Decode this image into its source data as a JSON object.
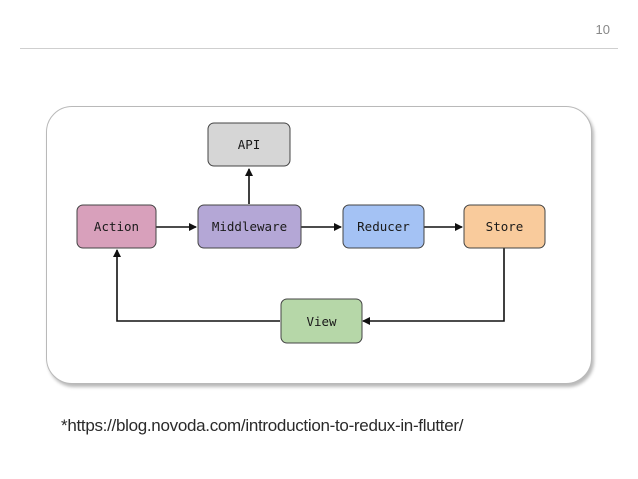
{
  "slide": {
    "page_number": "10",
    "source_link": "*https://blog.novoda.com/introduction-to-redux-in-flutter/"
  },
  "diagram": {
    "nodes": {
      "api": {
        "label": "API",
        "color": "#d6d6d6"
      },
      "action": {
        "label": "Action",
        "color": "#d8a0bb"
      },
      "middleware": {
        "label": "Middleware",
        "color": "#b4a7d6"
      },
      "reducer": {
        "label": "Reducer",
        "color": "#a4c2f4"
      },
      "store": {
        "label": "Store",
        "color": "#f9cb9c"
      },
      "view": {
        "label": "View",
        "color": "#b6d7a8"
      }
    },
    "edges": [
      {
        "from": "Action",
        "to": "Middleware"
      },
      {
        "from": "Middleware",
        "to": "API"
      },
      {
        "from": "Middleware",
        "to": "Reducer"
      },
      {
        "from": "Reducer",
        "to": "Store"
      },
      {
        "from": "Store",
        "to": "View"
      },
      {
        "from": "View",
        "to": "Action"
      }
    ]
  }
}
